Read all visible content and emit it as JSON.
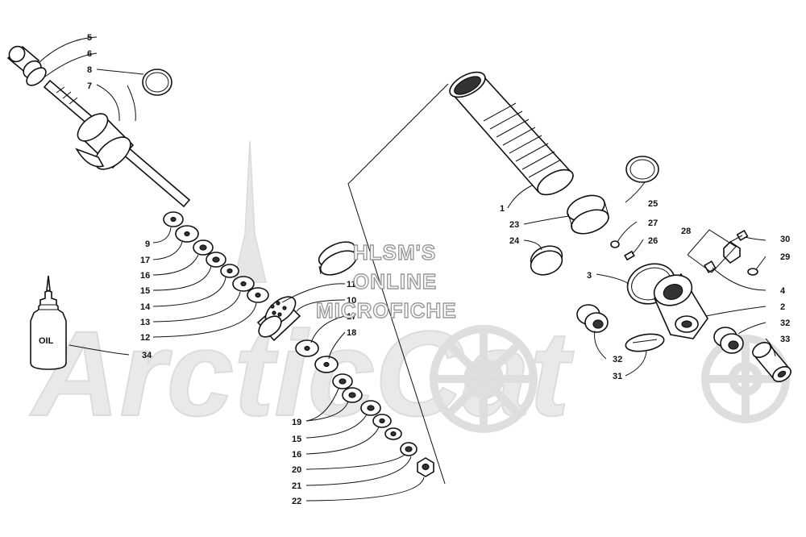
{
  "watermark": {
    "brand": "ArcticCat",
    "lines": [
      "HLSM'S",
      "ONLINE",
      "MICROFICHE"
    ]
  },
  "callouts": {
    "c1": "1",
    "c2": "2",
    "c3": "3",
    "c4": "4",
    "c5": "5",
    "c6": "6",
    "c7": "7",
    "c8": "8",
    "c9": "9",
    "c10": "10",
    "c11": "11",
    "c12": "12",
    "c13": "13",
    "c14": "14",
    "c15a": "15",
    "c15b": "15",
    "c16a": "16",
    "c16b": "16",
    "c17a": "17",
    "c17b": "17",
    "c18": "18",
    "c19": "19",
    "c20": "20",
    "c21": "21",
    "c22": "22",
    "c23": "23",
    "c24": "24",
    "c25": "25",
    "c26": "26",
    "c27": "27",
    "c28": "28",
    "c29": "29",
    "c30": "30",
    "c31": "31",
    "c32a": "32",
    "c32b": "32",
    "c33": "33",
    "c34": "34"
  },
  "bottle_label": "OIL"
}
